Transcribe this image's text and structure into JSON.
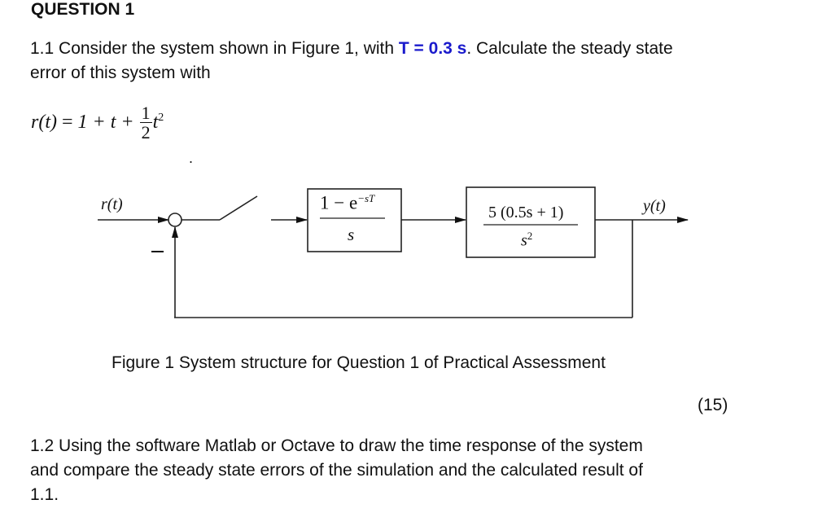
{
  "question": {
    "heading": "QUESTION 1",
    "part_1_1": {
      "prefix": "1.1 Consider the system shown in Figure 1, with ",
      "highlight": "T = 0.3 s",
      "suffix_line1": ". Calculate the steady state",
      "line2": "error of this system with",
      "highlight_color": "#1a1acc"
    },
    "equation": {
      "lhs": "r(t)",
      "eq": "=",
      "terms": "1 + t + ",
      "frac_num": "1",
      "frac_den": "2",
      "tail": "t",
      "exponent": "2",
      "trailing_dot": "."
    },
    "figure": {
      "input_label": "r(t)",
      "output_label": "y(t)",
      "minus_sign": "−",
      "block1": {
        "numerator": "1 − e",
        "num_exponent": "−sT",
        "denominator": "s"
      },
      "block2": {
        "numerator": "5 (0.5s + 1)",
        "denominator": "s",
        "den_exponent": "2"
      },
      "caption": "Figure 1 System structure for Question 1 of Practical Assessment"
    },
    "marks": "(15)",
    "part_1_2": {
      "line1": "1.2 Using the software Matlab or Octave to draw the time response of the system",
      "line2": "and compare the steady state errors of the simulation and the calculated result of",
      "line3": "1.1."
    }
  }
}
